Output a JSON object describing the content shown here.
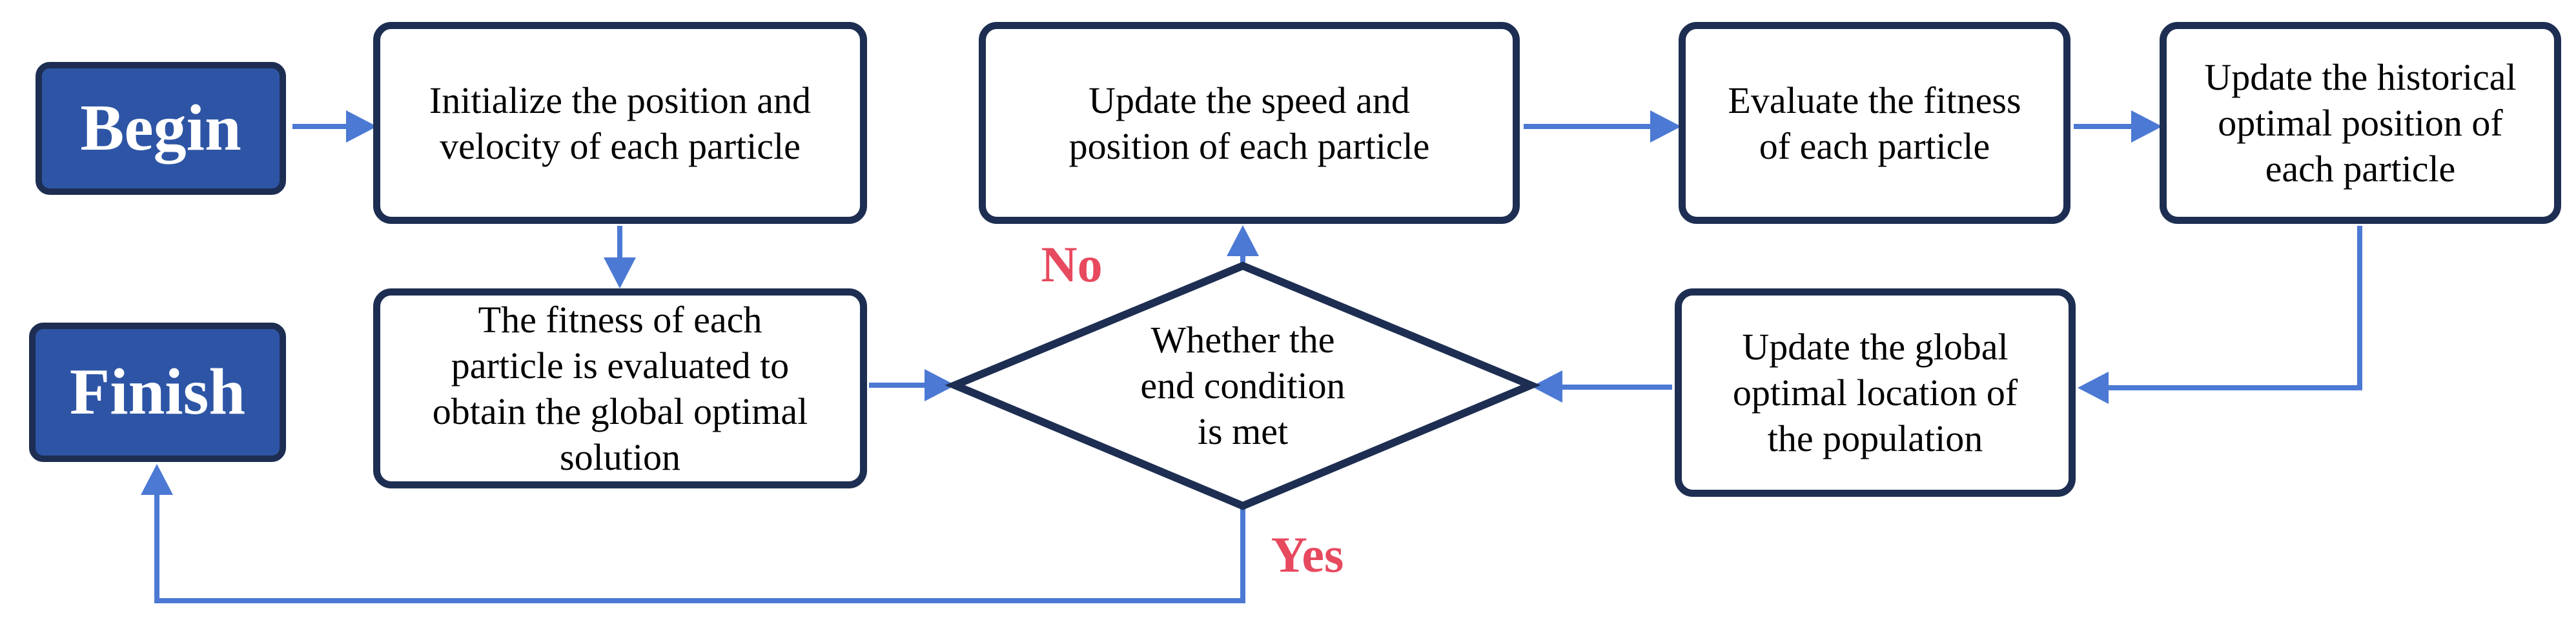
{
  "figure": {
    "type": "flowchart",
    "background": "#ffffff"
  },
  "colors": {
    "node_border": "#1d2e52",
    "terminal_fill": "#2e55a5",
    "terminal_text": "#ffffff",
    "process_fill": "#ffffff",
    "process_text": "#000000",
    "arrow": "#4c79d3",
    "branch_label": "#e7495e"
  },
  "nodes": {
    "begin": {
      "label": "Begin"
    },
    "initialize": {
      "lines": [
        "Initialize the position and",
        "velocity of each particle"
      ]
    },
    "update_speed": {
      "lines": [
        "Update the speed and",
        "position of each particle"
      ]
    },
    "evaluate_fitness": {
      "lines": [
        "Evaluate the fitness",
        "of each particle"
      ]
    },
    "update_historical": {
      "lines": [
        "Update the historical",
        "optimal position of",
        "each particle"
      ]
    },
    "evaluate_global": {
      "lines": [
        "The fitness of each",
        "particle is evaluated to",
        "obtain the global optimal",
        "solution"
      ]
    },
    "decision": {
      "lines": [
        "Whether the",
        "end condition",
        "is met"
      ]
    },
    "update_global": {
      "lines": [
        "Update the global",
        "optimal location of",
        "the population"
      ]
    },
    "finish": {
      "label": "Finish"
    }
  },
  "edge_labels": {
    "no": "No",
    "yes": "Yes"
  }
}
